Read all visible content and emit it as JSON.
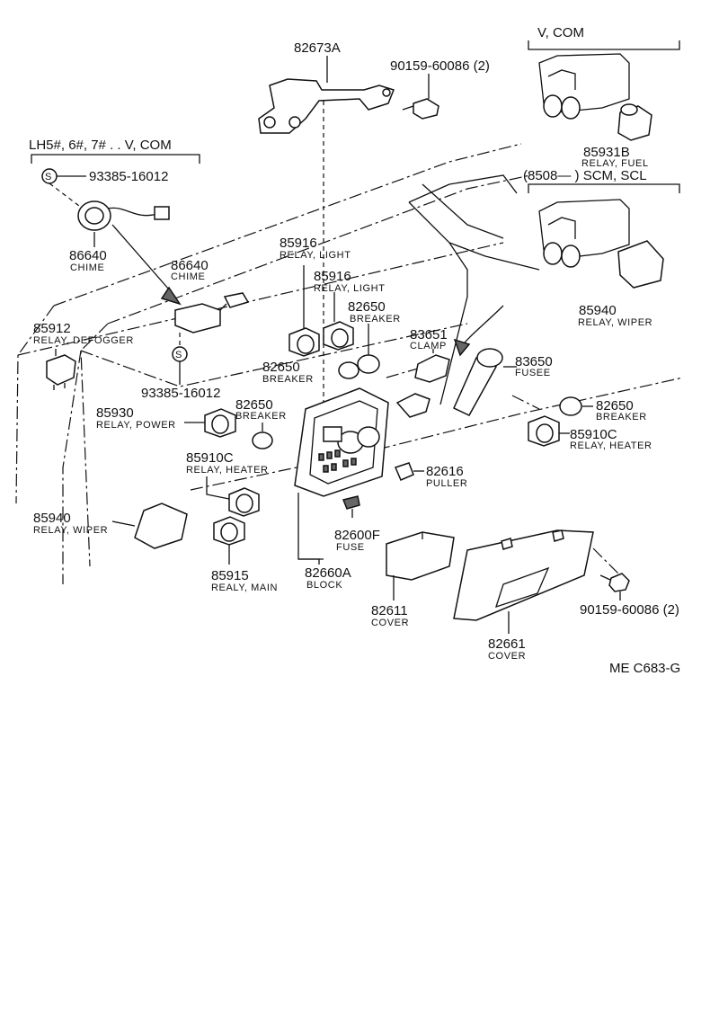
{
  "headers": {
    "v_com": "V, COM",
    "scm_scl": "(8508—      ) SCM, SCL",
    "lh5": "LH5#, 6#, 7# . . V, COM"
  },
  "s_mark": "S",
  "parts": [
    {
      "id": "p1",
      "number": "82673A",
      "name": ""
    },
    {
      "id": "p2",
      "number": "90159-60086 (2)",
      "name": ""
    },
    {
      "id": "p3",
      "number": "85931B",
      "name": "RELAY, FUEL"
    },
    {
      "id": "p4",
      "number": "93385-16012",
      "name": ""
    },
    {
      "id": "p5",
      "number": "86640",
      "name": "CHIME"
    },
    {
      "id": "p6",
      "number": "86640",
      "name": "CHIME"
    },
    {
      "id": "p7",
      "number": "85916",
      "name": "RELAY, LIGHT"
    },
    {
      "id": "p8",
      "number": "85916",
      "name": "RELAY, LIGHT"
    },
    {
      "id": "p9",
      "number": "85940",
      "name": "RELAY, WIPER"
    },
    {
      "id": "p10",
      "number": "82650",
      "name": "BREAKER"
    },
    {
      "id": "p11",
      "number": "85912",
      "name": "RELAY, DEFOGGER"
    },
    {
      "id": "p12",
      "number": "83651",
      "name": "CLAMP"
    },
    {
      "id": "p13",
      "number": "83650",
      "name": "FUSEE"
    },
    {
      "id": "p14",
      "number": "82650",
      "name": "BREAKER"
    },
    {
      "id": "p15",
      "number": "93385-16012",
      "name": ""
    },
    {
      "id": "p16",
      "number": "82650",
      "name": "BREAKER"
    },
    {
      "id": "p17",
      "number": "82650",
      "name": "BREAKER"
    },
    {
      "id": "p18",
      "number": "85930",
      "name": "RELAY, POWER"
    },
    {
      "id": "p19",
      "number": "85910C",
      "name": "RELAY, HEATER"
    },
    {
      "id": "p20",
      "number": "85910C",
      "name": "RELAY, HEATER"
    },
    {
      "id": "p21",
      "number": "82616",
      "name": "PULLER"
    },
    {
      "id": "p22",
      "number": "85940",
      "name": "RELAY, WIPER"
    },
    {
      "id": "p23",
      "number": "82600F",
      "name": "FUSE"
    },
    {
      "id": "p24",
      "number": "85915",
      "name": "REALY, MAIN"
    },
    {
      "id": "p25",
      "number": "82660A",
      "name": "BLOCK"
    },
    {
      "id": "p26",
      "number": "82611",
      "name": "COVER"
    },
    {
      "id": "p27",
      "number": "90159-60086 (2)",
      "name": ""
    },
    {
      "id": "p28",
      "number": "82661",
      "name": "COVER"
    }
  ],
  "figure_code": "ME  C683-G"
}
